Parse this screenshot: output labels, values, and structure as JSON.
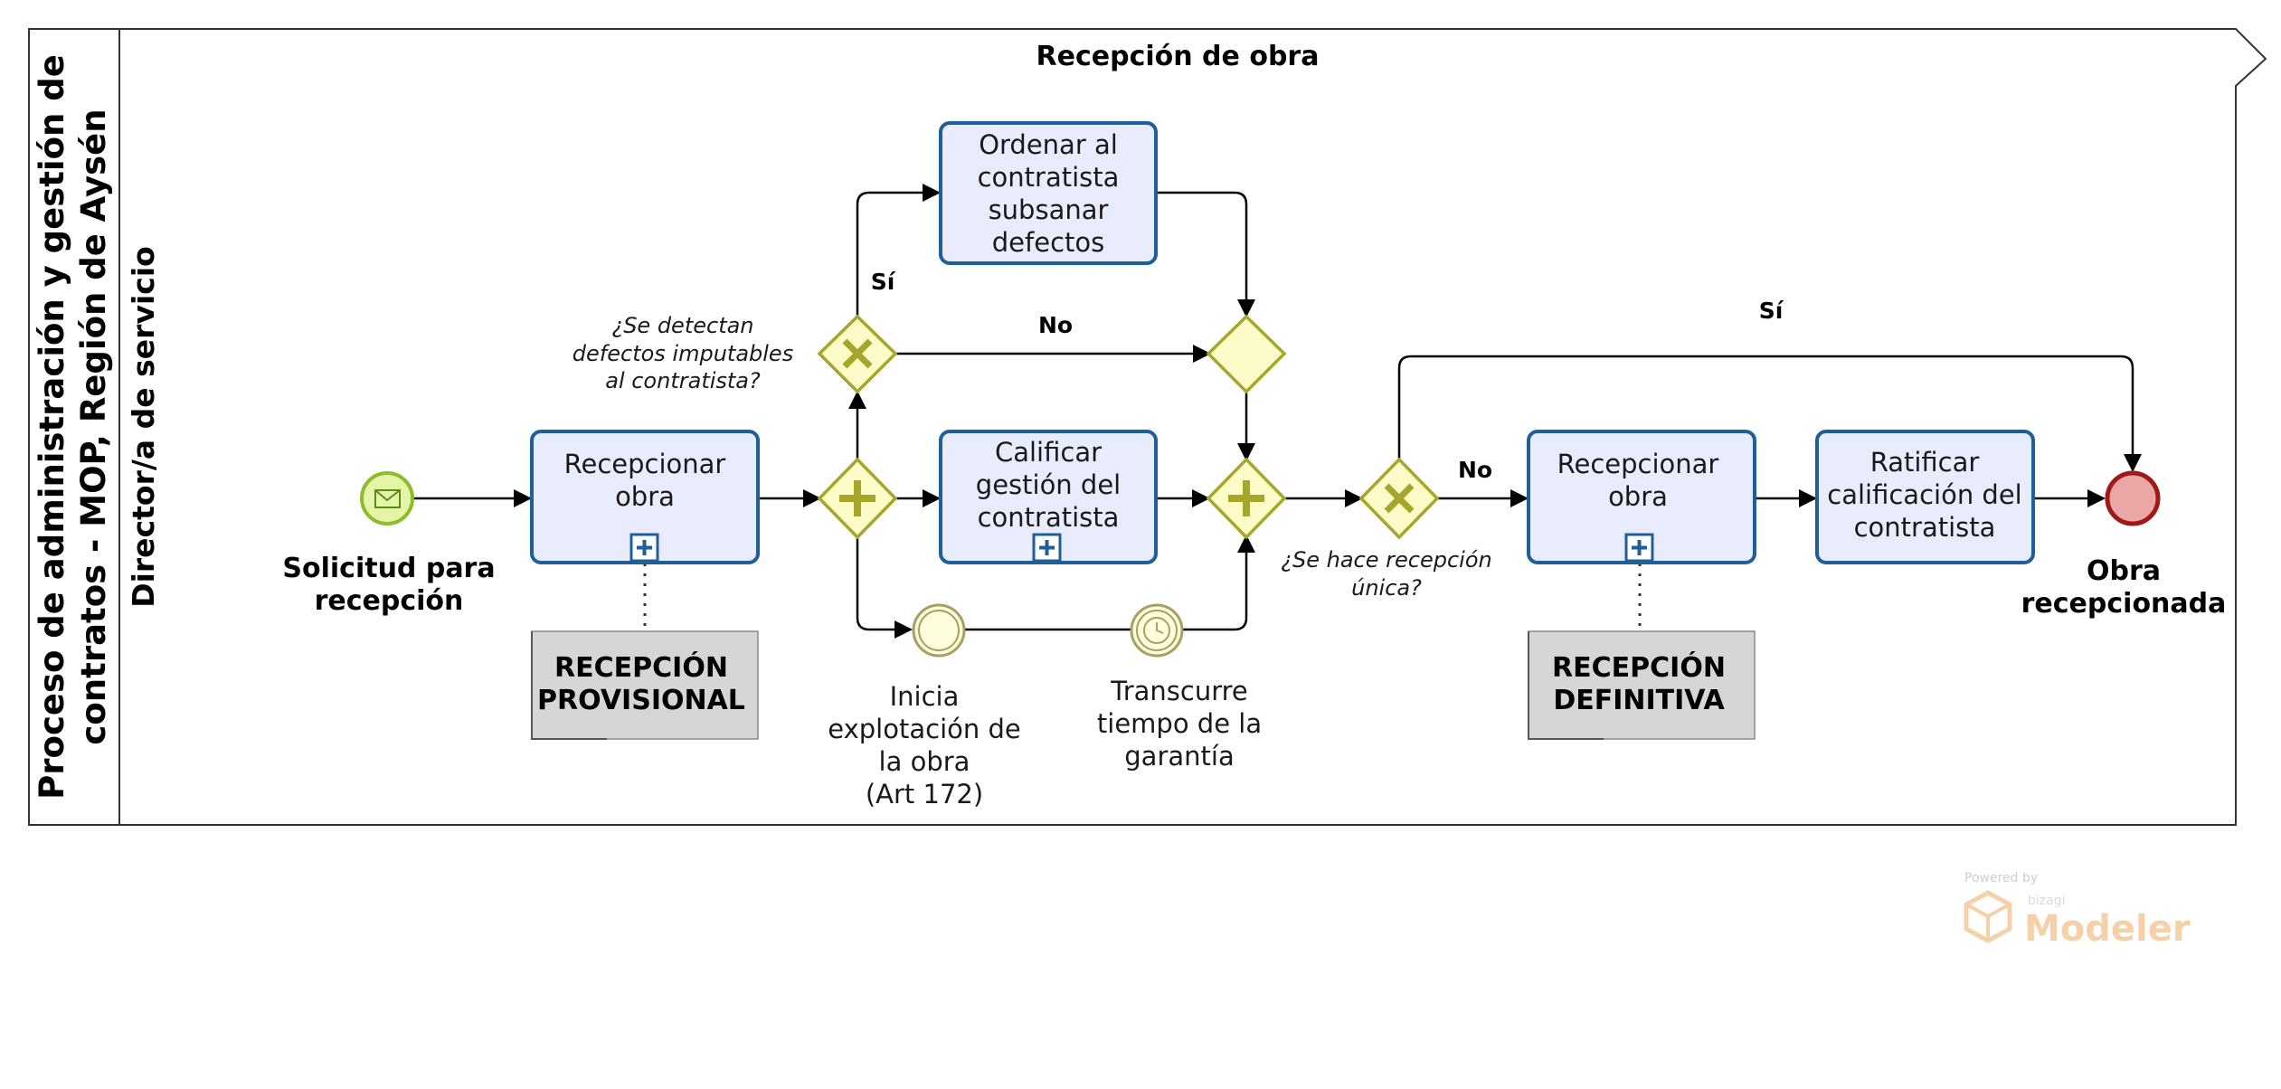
{
  "pool": {
    "name": "Proceso  de administración y gestión de contratos - MOP, Región de Aysén",
    "name_line1": "Proceso  de administración y gestión de",
    "name_line2": "contratos - MOP, Región de Aysén"
  },
  "lane": {
    "name": "Director/a de servicio"
  },
  "subprocess_title": "Recepción de obra",
  "start_event": {
    "label_line1": "Solicitud para",
    "label_line2": "recepción",
    "icon": "envelope-icon"
  },
  "tasks": {
    "recepcionar_1": {
      "line1": "Recepcionar",
      "line2": "obra"
    },
    "ordenar": {
      "line1": "Ordenar al",
      "line2": "contratista",
      "line3": "subsanar",
      "line4": "defectos"
    },
    "calificar": {
      "line1": "Calificar",
      "line2": "gestión del",
      "line3": "contratista"
    },
    "recepcionar_2": {
      "line1": "Recepcionar",
      "line2": "obra"
    },
    "ratificar": {
      "line1": "Ratificar",
      "line2": "calificación del",
      "line3": "contratista"
    }
  },
  "annotations": {
    "provisional": {
      "line1": "RECEPCIÓN",
      "line2": "PROVISIONAL"
    },
    "definitiva": {
      "line1": "RECEPCIÓN",
      "line2": "DEFINITIVA"
    }
  },
  "gateways": {
    "defectos_question": {
      "line1": "¿Se detectan",
      "line2": "defectos imputables",
      "line3": "al contratista?"
    },
    "unica_question": {
      "line1": "¿Se hace recepción",
      "line2": "única?"
    }
  },
  "flow_labels": {
    "si_defectos": "Sí",
    "no_defectos": "No",
    "si_unica": "Sí",
    "no_unica": "No"
  },
  "intermediate_events": {
    "inicia": {
      "line1": "Inicia",
      "line2": "explotación de",
      "line3": "la obra",
      "line4": "(Art 172)"
    },
    "transcurre": {
      "line1": "Transcurre",
      "line2": "tiempo de la",
      "line3": "garantía",
      "icon": "clock-icon"
    }
  },
  "end_event": {
    "label_line1": "Obra",
    "label_line2": "recepcionada"
  },
  "watermark": {
    "powered_by": "Powered by",
    "brand_small": "bizagi",
    "brand": "Modeler"
  },
  "colors": {
    "task_fill": "#e8ecfc",
    "task_stroke": "#1e5f9a",
    "gateway_fill": "#fdfcc8",
    "gateway_stroke": "#a6a62a",
    "start_fill": "#e4f5a8",
    "start_stroke": "#8cbd2c",
    "end_fill": "#eba6a6",
    "end_stroke": "#a01818",
    "annotation_fill": "#d6d6d6",
    "watermark": "#f5cda0"
  }
}
